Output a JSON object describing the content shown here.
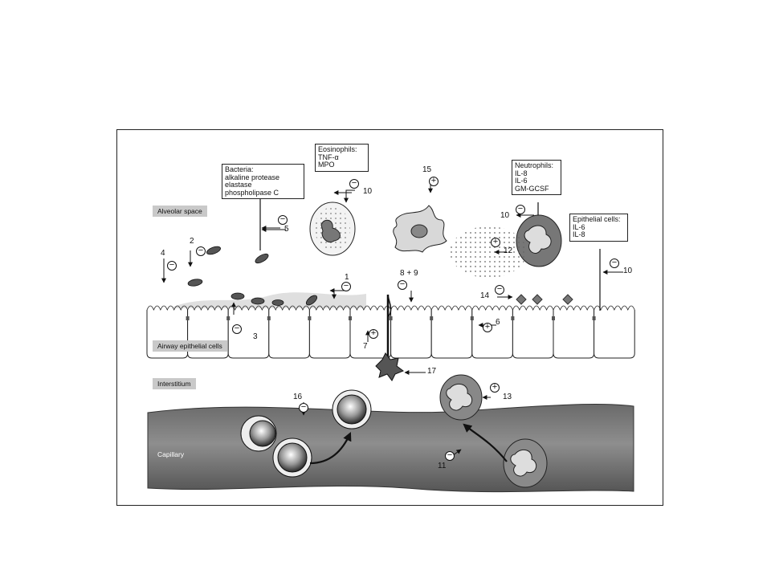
{
  "regions": {
    "alveolar": "Alveolar space",
    "airway": "Airway epithelial cells",
    "interstitium": "Interstitium",
    "capillary": "Capillary"
  },
  "callouts": {
    "bacteria": [
      "Bacteria:",
      "alkaline protease",
      "elastase",
      "phospholipase C"
    ],
    "eosinophils": [
      "Eosinophils:",
      "TNF-α",
      "MPO"
    ],
    "neutrophils": [
      "Neutrophils:",
      "IL-8",
      "IL-6",
      "GM-GCSF"
    ],
    "epithelial": [
      "Epithelial cells:",
      "IL-6",
      "IL-8"
    ]
  },
  "markers": [
    {
      "id": "m1",
      "num": "1",
      "sign": "−"
    },
    {
      "id": "m2",
      "num": "2",
      "sign": "−"
    },
    {
      "id": "m3",
      "num": "3",
      "sign": "−"
    },
    {
      "id": "m4",
      "num": "4",
      "sign": "−"
    },
    {
      "id": "m5",
      "num": "5",
      "sign": "−"
    },
    {
      "id": "m6",
      "num": "6",
      "sign": "+"
    },
    {
      "id": "m7",
      "num": "7",
      "sign": "+"
    },
    {
      "id": "m89",
      "num": "8 + 9",
      "sign": "−"
    },
    {
      "id": "m10a",
      "num": "10",
      "sign": "−"
    },
    {
      "id": "m10b",
      "num": "10",
      "sign": "−"
    },
    {
      "id": "m10c",
      "num": "10",
      "sign": "−"
    },
    {
      "id": "m11",
      "num": "11",
      "sign": "−"
    },
    {
      "id": "m12",
      "num": "12",
      "sign": "+"
    },
    {
      "id": "m13",
      "num": "13",
      "sign": "+"
    },
    {
      "id": "m14",
      "num": "14",
      "sign": "−"
    },
    {
      "id": "m15",
      "num": "15",
      "sign": "+"
    },
    {
      "id": "m16",
      "num": "16",
      "sign": "−"
    },
    {
      "id": "m17",
      "num": "17",
      "sign": ""
    }
  ]
}
